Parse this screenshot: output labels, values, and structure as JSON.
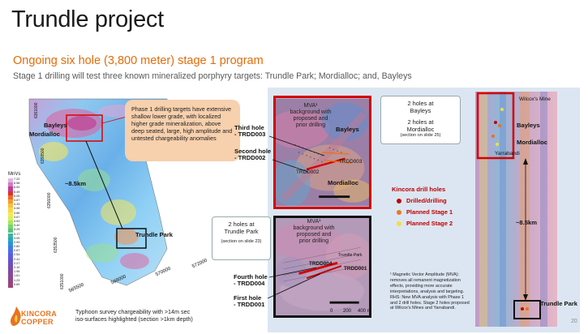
{
  "title": "Trundle project",
  "subtitle": "Ongoing six hole (3,800 meter) stage 1 program",
  "description": "Stage 1 drilling will test three known mineralized porphyry targets: Trundle Park; Mordialloc; and, Bayleys",
  "left_map": {
    "callout": "Phase 1 drilling targets have extensive shallow lower grade, with localized higher grade mineralization, above deep seated, large, high amplitude and untested chargeability anomalies",
    "labels": {
      "bayleys": "Bayleys",
      "mordialloc": "Mordialloc",
      "distance": "~8.5km",
      "trundle_park": "Trundle Park"
    },
    "colorbar_title": "MnVs",
    "colorbar_ticks": [
      "7.20",
      "6.58",
      "6.00",
      "5.49",
      "5.05",
      "4.67",
      "4.33",
      "4.06",
      "3.86",
      "3.67",
      "3.53",
      "3.40",
      "3.29",
      "3.17",
      "3.05",
      "2.93",
      "2.80",
      "2.67",
      "2.54",
      "2.41",
      "2.27",
      "2.10",
      "1.95",
      "1.61",
      "1.23",
      "0.69"
    ],
    "x_ticks": [
      "565500",
      "568000",
      "570000",
      "572000"
    ],
    "y_ticks": [
      "6361000",
      "6358500",
      "6356000",
      "6353500",
      "6351000"
    ]
  },
  "middle": {
    "mva_label_top": "MVA¹\nbackground with\nproposed and\nprior drilling",
    "mva_label_bottom": "MVA¹\nbackground with\nproposed and\nprior drilling",
    "third_hole": "Third hole\n- TRDD003",
    "second_hole": "Second hole\n- TRDD002",
    "fourth_hole": "Fourth hole\n- TRDD004",
    "first_hole": "First hole\n- TRDD001",
    "map_bayleys": "Bayleys",
    "map_mordialloc": "Mordialloc",
    "map_trdd003": "TRDD003",
    "map_trdd002": "TRDD002",
    "map_trdd004": "TRDD004",
    "map_trdd001": "TRDD001",
    "map_trundle_park": "Trundle Park",
    "note_trundle": "2 holes at\nTrundle Park",
    "note_trundle_ref": "(section on slide 23)",
    "note_bayleys": "2 holes at\nBayleys",
    "note_mordialloc": "2 holes at\nMordialloc",
    "note_mordialloc_ref": "(section on slide 25)",
    "scale_ticks": [
      "0",
      "200",
      "400 m"
    ]
  },
  "legend": {
    "title": "Kincora drill holes",
    "items": [
      {
        "label": "Drilled/drilling",
        "color": "#c00000"
      },
      {
        "label": "Planned Stage 1",
        "color": "#e87a1e"
      },
      {
        "label": "Planned Stage 2",
        "color": "#f0e040"
      }
    ]
  },
  "footnote": "¹ Magnetic Vector Amplitude (MVA): removes all remanent magnetization effects, providing more accurate interpretations, analysis and targeting. RHS: New MVA analysis with Phase 1 and 2 drill holes. Stage 2 holes proposed at Wilcox's Mines and Yarrabandi.",
  "right_map": {
    "wilcox": "Wilcox's Mine",
    "bayleys": "Bayleys",
    "mordialloc": "Mordialloc",
    "yarrabandi": "Yarrabandi",
    "distance": "~8.5km",
    "trundle_park": "Trundle Park"
  },
  "logo": {
    "line1": "KINCORA",
    "line2": "COPPER"
  },
  "caption": "Typhoon survey chargeability with >14m sec\niso-surfaces highlighted (section >1km depth)",
  "page_number": "20"
}
